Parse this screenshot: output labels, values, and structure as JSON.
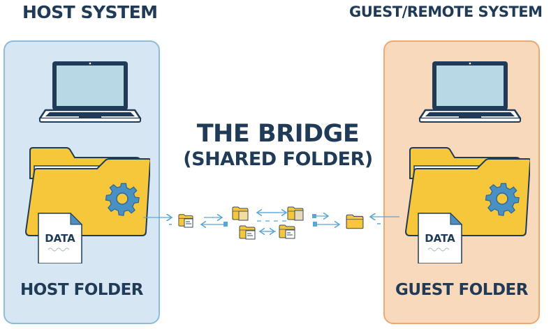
{
  "host": {
    "title": "HOST SYSTEM",
    "folder_label": "HOST FOLDER",
    "document_label": "DATA"
  },
  "guest": {
    "title": "GUEST/REMOTE SYSTEM",
    "folder_label": "GUEST FOLDER",
    "document_label": "DATA"
  },
  "bridge": {
    "title": "THE BRIDGE",
    "subtitle": "(SHARED FOLDER)"
  },
  "icons": {
    "laptop": "laptop-icon",
    "folder": "folder-icon",
    "gear": "gear-icon",
    "document": "document-icon",
    "arrow": "arrow-icon"
  },
  "colors": {
    "heading": "#1f3b57",
    "host_panel": "#d6e6f2",
    "host_border": "#8fbbdc",
    "guest_panel": "#f9d9bc",
    "guest_border": "#eba973",
    "folder": "#f6c73b",
    "gear": "#4a90c2",
    "connector": "#5aa6d6"
  }
}
